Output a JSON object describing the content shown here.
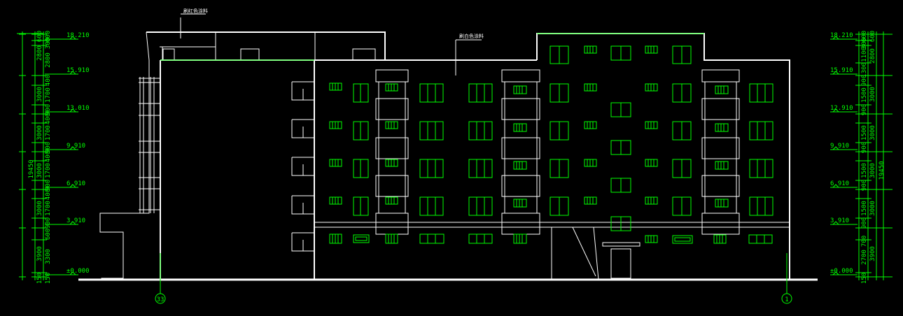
{
  "drawing": {
    "left_dims": [
      "600",
      "300",
      "2800",
      "3000",
      "3000",
      "3000",
      "3000",
      "3900",
      "150",
      "100",
      "400",
      "1700",
      "900",
      "400",
      "1700",
      "900",
      "400",
      "1700",
      "900",
      "400",
      "1700",
      "900",
      "600",
      "3300",
      "150",
      "19450"
    ],
    "left_elevations": [
      "18.210",
      "15.910",
      "13.010",
      "9.910",
      "6.910",
      "3.910",
      "±0.000"
    ],
    "right_dims": [
      "600",
      "300",
      "1100",
      "1300",
      "2800",
      "3000",
      "3000",
      "3000",
      "3000",
      "3900",
      "900",
      "1500",
      "900",
      "1500",
      "900",
      "1500",
      "900",
      "1500",
      "900",
      "1500",
      "700",
      "2700",
      "150",
      "19450"
    ],
    "right_elevations": [
      "18.210",
      "15.910",
      "12.910",
      "9.910",
      "6.910",
      "3.910",
      "±0.000"
    ],
    "axis_left": "33",
    "axis_right": "1",
    "callout_left": "刷红色涂料",
    "callout_mid": "刷白色涂料"
  },
  "colors": {
    "background": "#000000",
    "line": "#ffffff",
    "annotation": "#00ff00"
  }
}
